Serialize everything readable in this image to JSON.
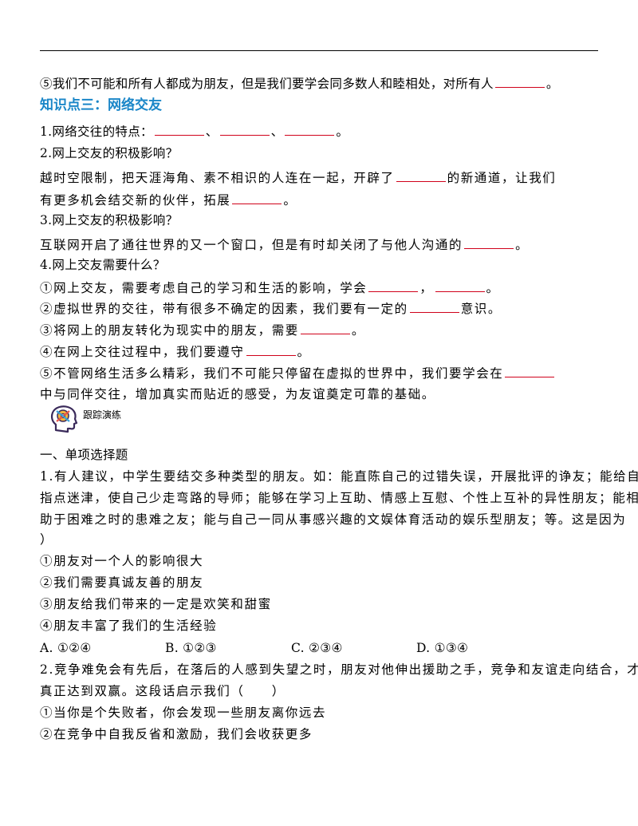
{
  "colors": {
    "heading": "#1a86c8",
    "blank_underline": "#d0021b",
    "text": "#000000"
  },
  "section3": {
    "prev_item5": "⑤我们不可能和所有人都成为朋友，但是我们要学会同多数人和睦相处，对所有人",
    "prev_item5_end": "。",
    "title": "知识点三：网络交友",
    "q1_label": "1.网络交往的特点：",
    "q1_sep1": "、",
    "q1_sep2": "、",
    "q1_end": "。",
    "q2_label": "2.网上交友的积极影响？",
    "q2_a1": "越时空限制，把天涯海角、素不相识的人连在一起，开辟了",
    "q2_a2": "的新通道，让我们",
    "q2_b1": "有更多机会结交新的伙伴，拓展",
    "q2_b2": "。",
    "q3_label": "3.网上交友的积极影响？",
    "q3_a1": "互联网开启了通往世界的又一个窗口，但是有时却关闭了与他人沟通的",
    "q3_a2": "。",
    "q4_label": "4.网上交友需要什么？",
    "q4_i1a": "①网上交友，需要考虑自己的学习和生活的影响，学会",
    "q4_i1b": "，",
    "q4_i1c": "。",
    "q4_i2a": "②虚拟世界的交往，带有很多不确定的因素，我们要有一定的",
    "q4_i2b": "意识。",
    "q4_i3a": "③将网上的朋友转化为现实中的朋友，需要",
    "q4_i3b": "。",
    "q4_i4a": "④在网上交往过程中，我们要遵守",
    "q4_i4b": "。",
    "q4_i5a": "⑤不管网络生活多么精彩，我们不可能只停留在虚拟的世界中，我们要学会在",
    "q4_i5b": "中与同伴交往，增加真实而贴近的感受，为友谊奠定可靠的基础。"
  },
  "practice": {
    "icon_label": "跟踪演练",
    "type_heading": "一、单项选择题",
    "q1": {
      "line1": "1.有人建议，中学生要结交多种类型的朋友。如：能直陈自己的过错失误，开展批评的诤友；能给自己",
      "line2": "指点迷津，使自己少走弯路的导师；能够在学习上互助、情感上互慰、个性上互补的异性朋友；能相",
      "line3": "助于困难之时的患难之友；能与自己一同从事感兴趣的文娱体育活动的娱乐型朋友；等。这是因为 （",
      "line4": "）",
      "s1": "①朋友对一个人的影响很大",
      "s2": "②我们需要真诚友善的朋友",
      "s3": "③朋友给我们带来的一定是欢笑和甜蜜",
      "s4": "④朋友丰富了我们的生活经验",
      "options": [
        "A. ①②④",
        "B. ①②③",
        "C. ②③④",
        "D. ①③④"
      ]
    },
    "q2": {
      "line1": "2.竞争难免会有先后，在落后的人感到失望之时，朋友对他伸出援助之手，竞争和友谊走向结合，才能",
      "line2": "真正达到双赢。这段话启示我们（　　）",
      "s1": "①当你是个失败者，你会发现一些朋友离你远去",
      "s2": "②在竞争中自我反省和激励，我们会收获更多"
    }
  }
}
